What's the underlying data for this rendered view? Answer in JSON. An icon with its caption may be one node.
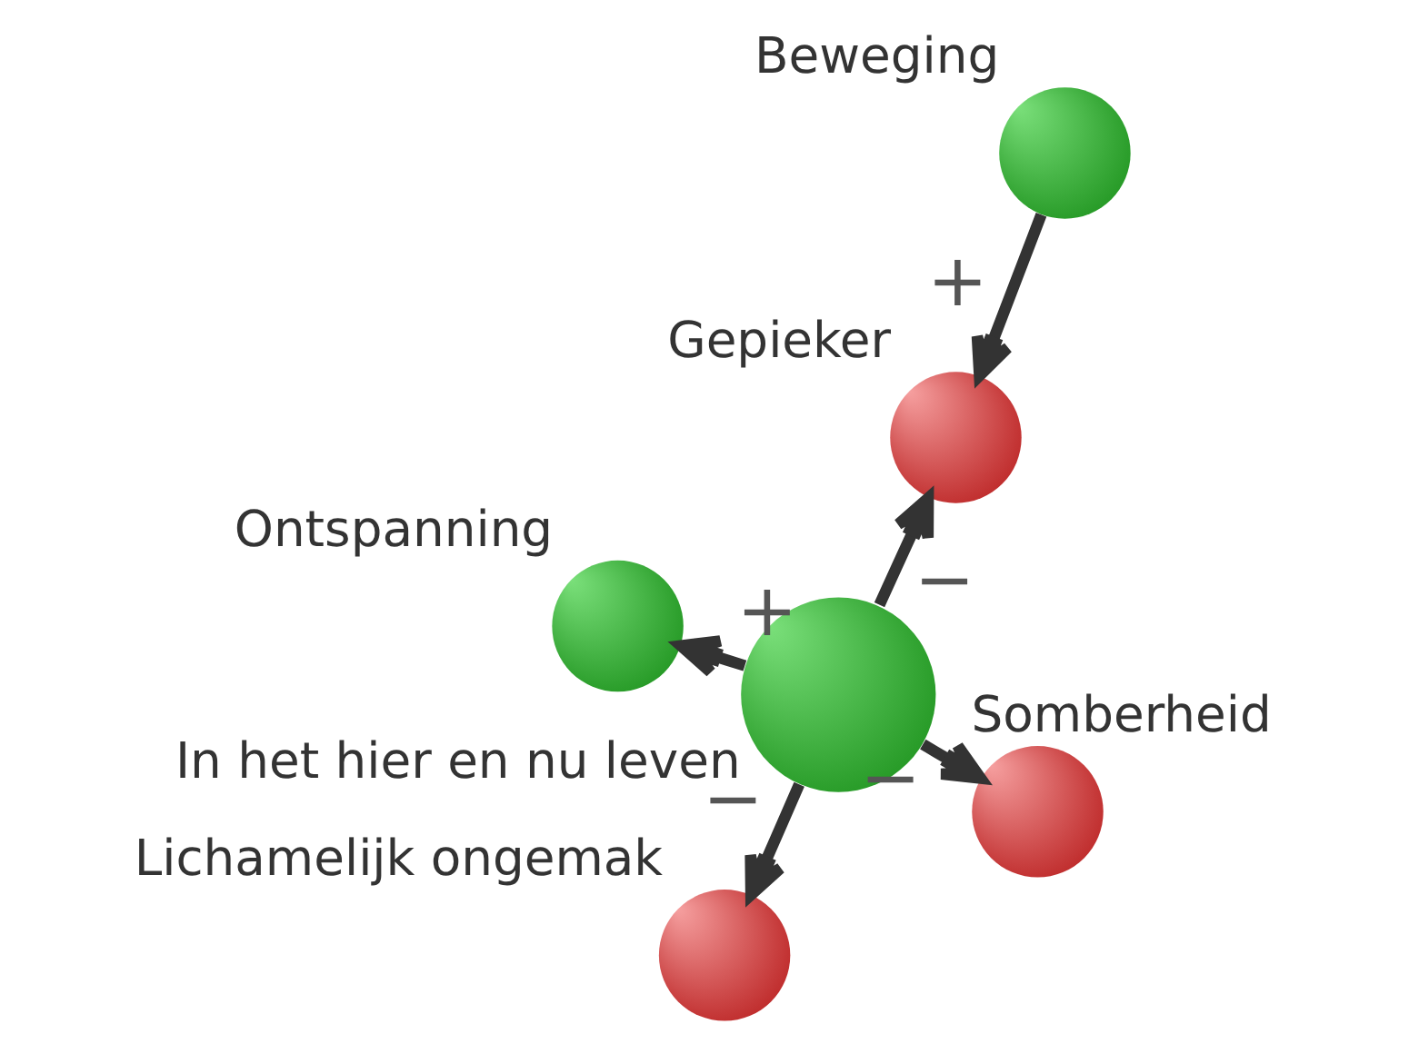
{
  "diagram": {
    "nodes": [
      {
        "text": [
          "Ontspanning"
        ]
      },
      {
        "text": [
          "Gepieker"
        ]
      },
      {
        "text": [
          "Lichamelijk ongemak"
        ]
      },
      {
        "text": [
          "In het hier en nu leven"
        ]
      },
      {
        "text": [
          "Somberheid"
        ]
      },
      {
        "text": [
          "Beweging"
        ]
      }
    ],
    "edges": [
      {
        "from": 3,
        "to": 0,
        "arrow": "to",
        "label": "+"
      },
      {
        "from": 3,
        "to": 1,
        "arrow": "to",
        "label": "−"
      },
      {
        "from": 3,
        "to": 2,
        "arrow": "to",
        "label": "−"
      },
      {
        "from": 3,
        "to": 4,
        "arrow": "to",
        "label": "−"
      },
      {
        "from": 5,
        "to": 1,
        "arrow": "to",
        "label": "+"
      }
    ]
  }
}
